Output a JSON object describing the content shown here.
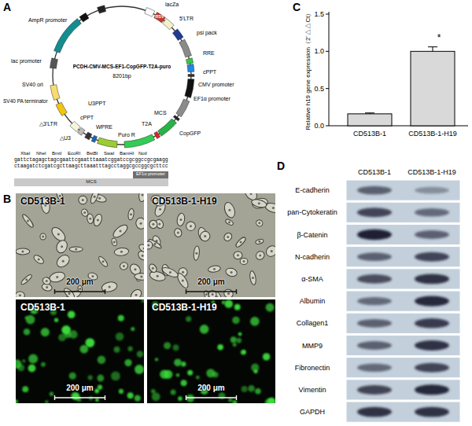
{
  "diagram": {
    "nodes": [
      {
        "text": [
          "EF1α promoter"
        ]
      },
      {
        "text": [
          "MCS"
        ]
      },
      {
        "text": [
          "CD513B-1",
          "200 μm"
        ]
      },
      {
        "text": [
          "CD513B-1-H19",
          "200 μm"
        ]
      },
      {
        "text": [
          "CD513B-1",
          "200 μm"
        ]
      },
      {
        "text": [
          "CD513B-1-H19",
          "200 μm"
        ]
      }
    ],
    "labels": [
      "A",
      "lacZa",
      "RSV",
      "5'LTR",
      "psi pack",
      "RRE",
      "cPPT",
      "CMV promoter",
      "EF1α promoter",
      "MCS",
      "T2A",
      "CopGFP",
      "Puro R",
      "WPRE",
      "cPPT",
      "U3PPT",
      "△3'LTR",
      "△U3",
      "SV40 PA terminator",
      "SV40 ori",
      "lac promoter",
      "AmpR promoter",
      "PCDH-CMV-MCS-EF1-CopGFP-T2A-puro",
      "8201bp",
      "XbaI",
      "NheI",
      "BmtI",
      "EcoRI",
      "BstBI",
      "SwaI",
      "BamHI",
      "NotI",
      "gattctagagctagcgaattcgaatttaaatcggatccgcggccgcgaagg",
      "ctaagatctcgatcgcttaagcttaaatttagcctaggcgccggcgcttcc",
      "B",
      "C",
      "Relative h19 gene expression（2⁻△△Ct）",
      "0.0",
      "0.5",
      "1.0",
      "1.5",
      "CD513B-1",
      "CD513B-1-H19",
      "*",
      "D",
      "CD513B-1",
      "CD513B-1-H19",
      "E-cadherin",
      "pan-Cytokeratin",
      "β-Catenin",
      "N-cadherin",
      "α-SMA",
      "Albumin",
      "Collagen1",
      "MMP9",
      "Fibronectin",
      "Vimentin",
      "GAPDH"
    ]
  }
}
